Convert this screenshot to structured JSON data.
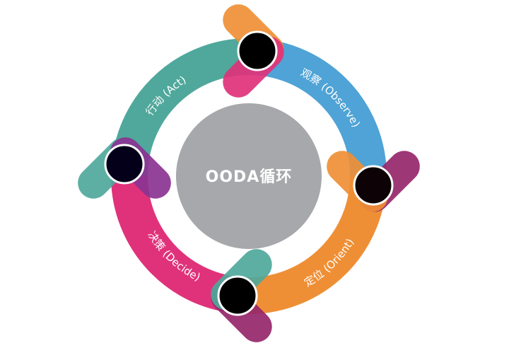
{
  "diagram": {
    "title": "OODA循环",
    "colors": {
      "observe": "#4fa3d6",
      "orient": "#ef8f35",
      "decide": "#e0327a",
      "act": "#4fa89b",
      "center": "#a7a8ab",
      "purple": "#96266a",
      "violet": "#8a3391",
      "dark": "#0b0410"
    },
    "stages": [
      {
        "id": "observe",
        "label": "观察 (Observe)"
      },
      {
        "id": "orient",
        "label": "定位 (Orient)"
      },
      {
        "id": "decide",
        "label": "决策 (Decide)"
      },
      {
        "id": "act",
        "label": "行动 (Act)"
      }
    ]
  }
}
